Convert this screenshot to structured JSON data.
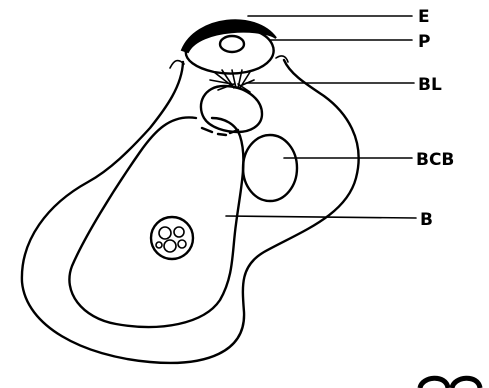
{
  "diagram": {
    "labels": {
      "e": "E",
      "p": "P",
      "bl": "BL",
      "bcb": "BCB",
      "b": "B"
    }
  },
  "colors": {
    "ink": "#000000",
    "paper": "#ffffff"
  }
}
